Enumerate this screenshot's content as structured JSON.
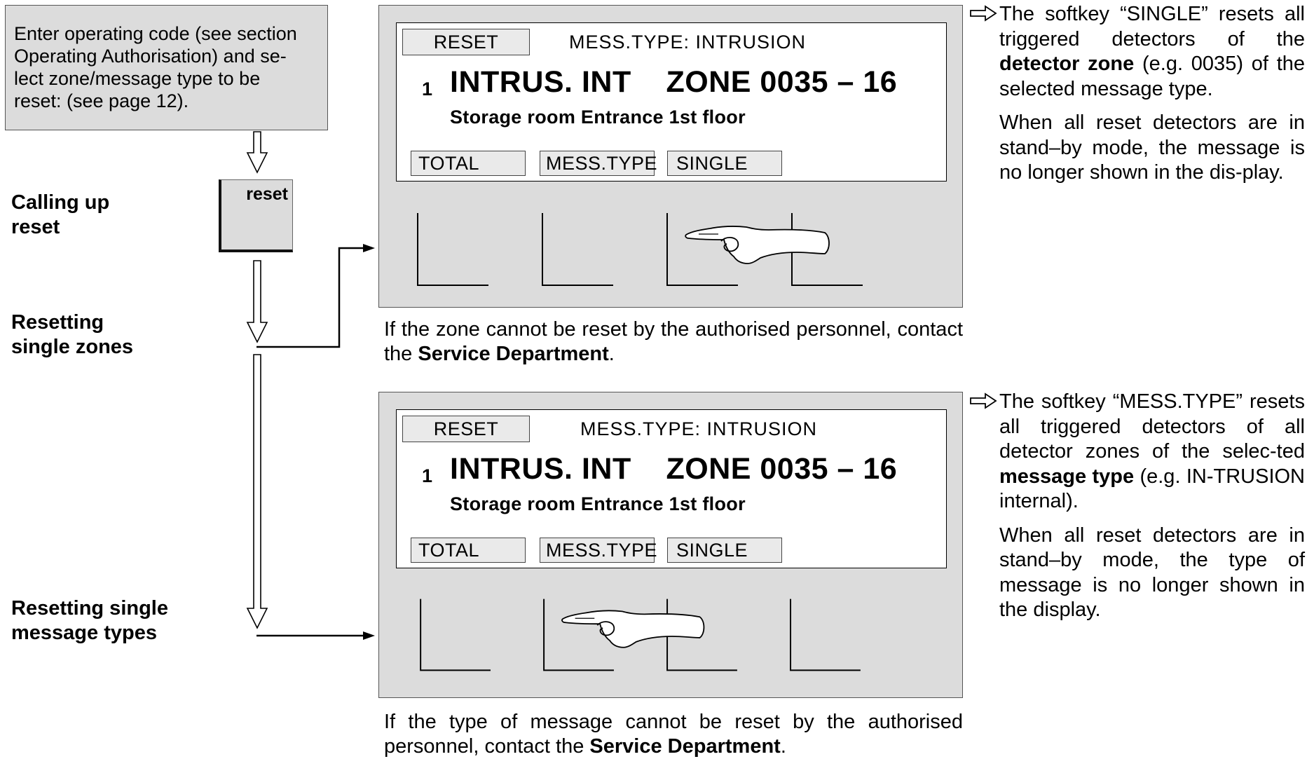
{
  "instruction_box": {
    "lines": [
      "Enter operating code (see section",
      "Operating Authorisation) and se-",
      "lect zone/message type to be",
      "reset: (see page 12)."
    ]
  },
  "steps": {
    "calling_up": [
      "Calling up",
      "reset"
    ],
    "single_zones": [
      "Resetting",
      "single zones"
    ],
    "single_message_types": [
      "Resetting single",
      "message types"
    ]
  },
  "reset_key": {
    "label": "reset"
  },
  "panels": [
    {
      "reset_label": "RESET",
      "title": "MESS.TYPE:  INTRUSION",
      "number": "1",
      "main": "INTRUS. INT    ZONE 0035 – 16",
      "sub": "Storage room Entrance 1st floor",
      "softkeys": [
        "TOTAL",
        "MESS.TYPE",
        "SINGLE"
      ],
      "pressed_key": "SINGLE"
    },
    {
      "reset_label": "RESET",
      "title": "MESS.TYPE:  INTRUSION",
      "number": "1",
      "main": "INTRUS. INT    ZONE 0035 – 16",
      "sub": "Storage room Entrance 1st floor",
      "softkeys": [
        "TOTAL",
        "MESS.TYPE",
        "SINGLE"
      ],
      "pressed_key": "MESS.TYPE"
    }
  ],
  "notes": {
    "zone": {
      "before": "If the zone cannot be reset by the authorised personnel, contact the ",
      "bold": "Service Department",
      "after": "."
    },
    "message_type": {
      "before": "If the type of message cannot be reset by the authorised personnel, contact the ",
      "bold": "Service Department",
      "after": "."
    }
  },
  "side_text": {
    "single": {
      "p1_before": "The softkey “SINGLE” resets all triggered detectors of the ",
      "p1_bold": "detector zone",
      "p1_after": " (e.g. 0035) of the selected message type.",
      "p2": "When all reset detectors are in stand–by mode, the message is no longer shown in the dis-play."
    },
    "mess_type": {
      "p1_before": "The softkey “MESS.TYPE” resets all triggered detectors of all detector zones of the selec-ted ",
      "p1_bold": "message type",
      "p1_after": " (e.g. IN-TRUSION internal).",
      "p2": "When all reset detectors are in stand–by mode, the type of message is no longer shown in the display."
    }
  },
  "icons": {
    "side_arrow": "right-arrow-icon",
    "pointing_hand": "pointing-hand-icon",
    "flow_arrow": "down-arrow-icon"
  }
}
